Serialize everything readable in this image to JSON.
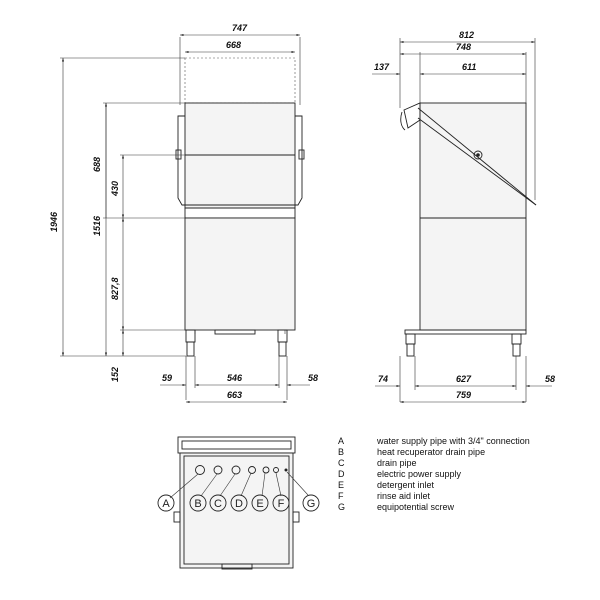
{
  "front_view": {
    "width_top": "747",
    "width_inner": "668",
    "height_total": "1946",
    "height_open": "1516",
    "height_hood": "688",
    "height_door": "430",
    "height_lower": "827,8",
    "height_feet": "152",
    "bottom_left": "59",
    "bottom_mid": "546",
    "bottom_right": "58",
    "bottom_total": "663"
  },
  "side_view": {
    "width_total": "812",
    "width_body": "748",
    "offset_left": "137",
    "width_top": "611",
    "bottom_left": "74",
    "bottom_mid": "627",
    "bottom_right": "58",
    "bottom_total": "759"
  },
  "connections": [
    {
      "letter": "A",
      "desc": "water supply pipe with 3/4\" connection"
    },
    {
      "letter": "B",
      "desc": "heat recuperator drain pipe"
    },
    {
      "letter": "C",
      "desc": "drain pipe"
    },
    {
      "letter": "D",
      "desc": "electric power supply"
    },
    {
      "letter": "E",
      "desc": "detergent inlet"
    },
    {
      "letter": "F",
      "desc": "rinse aid inlet"
    },
    {
      "letter": "G",
      "desc": "equipotential screw"
    }
  ]
}
